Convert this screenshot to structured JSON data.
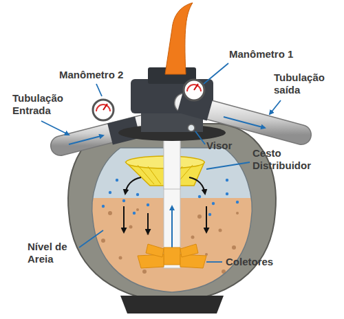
{
  "diagram": {
    "labels": [
      "Manômetro 1",
      "Manômetro 2",
      "Tubulação Entrada",
      "Tubulação saída",
      "Visor",
      "Cesto Distribuidor",
      "Nível de Areia",
      "Coletores"
    ]
  }
}
